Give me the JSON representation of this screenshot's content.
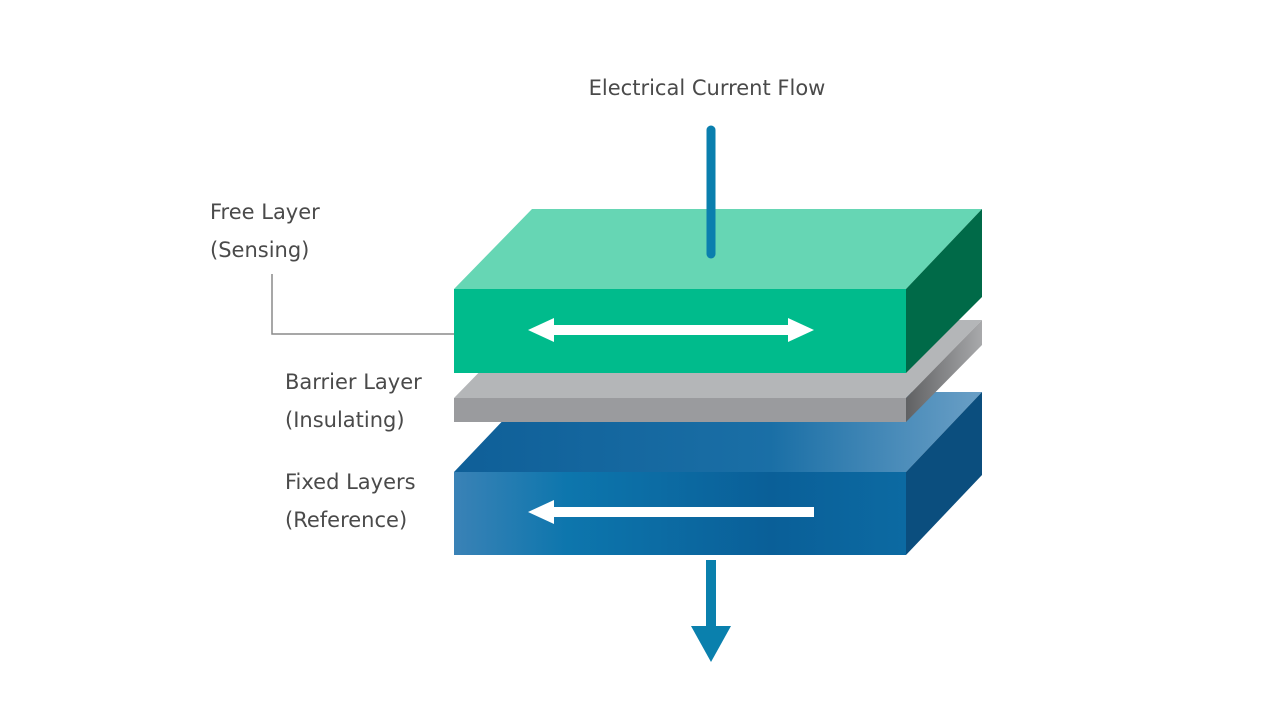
{
  "title": "Electrical Current Flow",
  "layers": [
    {
      "id": "free",
      "name": "Free Layer",
      "sub": "(Sensing)",
      "magnetization": "bidirectional",
      "color_top": "#66d6b4",
      "color_front": "#00bb8c",
      "color_side": "#006a48"
    },
    {
      "id": "barrier",
      "name": "Barrier Layer",
      "sub": "(Insulating)",
      "color_top": "#b6b8ba",
      "color_front": "#9a9b9e",
      "color_side": "#707173"
    },
    {
      "id": "fixed",
      "name": "Fixed Layers",
      "sub": "(Reference)",
      "magnetization": "left",
      "color_top": "#1a6fa6",
      "color_front": "#1268a0",
      "color_side": "#0b4e7e"
    }
  ],
  "current_color": "#0a7fae",
  "arrow_color": "#ffffff",
  "leader_color": "#8a8a8a"
}
